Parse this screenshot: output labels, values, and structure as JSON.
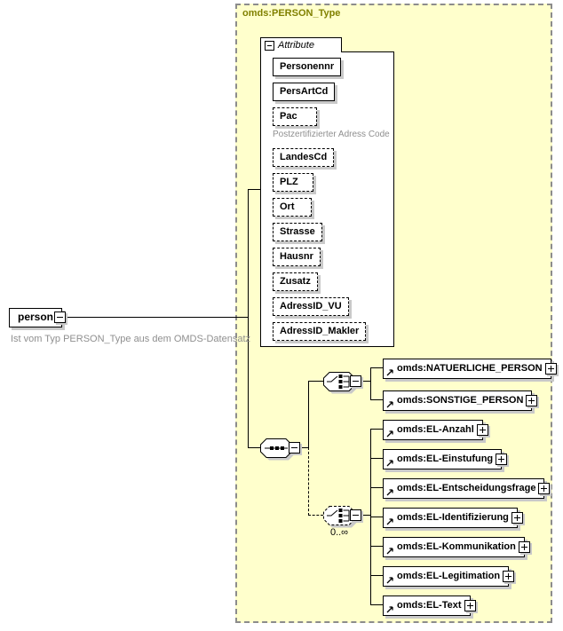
{
  "diagram": {
    "type_label": "omds:PERSON_Type",
    "root": {
      "label": "person",
      "annotation": "Ist vom Typ PERSON_Type aus dem OMDS-Datensatz"
    },
    "attributes": {
      "header": "Attribute",
      "items": [
        {
          "label": "Personennr"
        },
        {
          "label": "PersArtCd"
        },
        {
          "label": "Pac",
          "annotation": "Postzertifizierter Adress Code"
        },
        {
          "label": "LandesCd"
        },
        {
          "label": "PLZ"
        },
        {
          "label": "Ort"
        },
        {
          "label": "Strasse"
        },
        {
          "label": "Hausnr"
        },
        {
          "label": "Zusatz"
        },
        {
          "label": "AdressID_VU"
        },
        {
          "label": "AdressID_Makler"
        }
      ]
    },
    "choice_children": [
      {
        "label": "omds:NATUERLICHE_PERSON"
      },
      {
        "label": "omds:SONSTIGE_PERSON"
      }
    ],
    "multi_choice": {
      "occurrence": "0..∞"
    },
    "multi_children": [
      {
        "label": "omds:EL-Anzahl"
      },
      {
        "label": "omds:EL-Einstufung"
      },
      {
        "label": "omds:EL-Entscheidungsfrage"
      },
      {
        "label": "omds:EL-Identifizierung"
      },
      {
        "label": "omds:EL-Kommunikation"
      },
      {
        "label": "omds:EL-Legitimation"
      },
      {
        "label": "omds:EL-Text"
      }
    ]
  },
  "colors": {
    "region_fill": "#FFFFCC",
    "type_label_text": "#808000",
    "annotation_text": "#8F8F8F",
    "shadow": "#C9C9C9"
  }
}
